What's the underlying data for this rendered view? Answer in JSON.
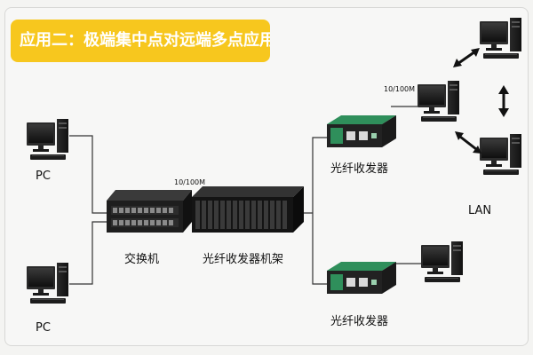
{
  "title": "应用二：极端集中点对远端多点应用",
  "labels": {
    "pc_top": "PC",
    "pc_bottom": "PC",
    "switch": "交换机",
    "chassis": "光纤收发器机架",
    "chassis_speed": "10/100M",
    "transceiver_top": "光纤收发器",
    "transceiver_bottom": "光纤收发器",
    "transceiver_speed": "10/100M",
    "lan": "LAN"
  },
  "icons": {
    "computer": "desktop-computer-icon",
    "switch": "network-switch-icon",
    "chassis": "transceiver-rack-icon",
    "transceiver": "media-converter-icon",
    "arrow": "double-arrow-icon"
  },
  "colors": {
    "title_bg": "#f7c71e",
    "title_text": "#ffffff",
    "device_dark": "#1f1f1f",
    "transceiver_green": "#2f8f5b",
    "lines": "#333333"
  }
}
